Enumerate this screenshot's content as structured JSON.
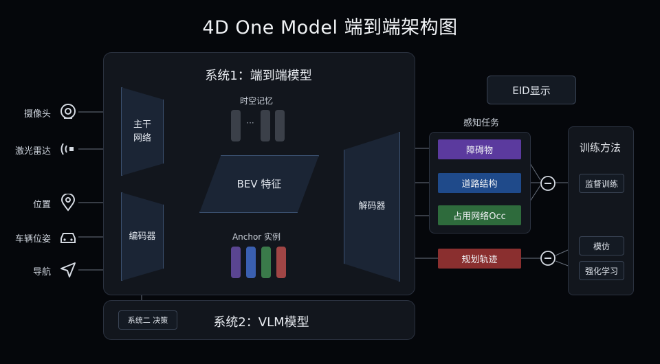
{
  "title": "4D One Model 端到端架构图",
  "system1": {
    "title": "系统1：端到端模型"
  },
  "system2": {
    "title": "系统2：VLM模型",
    "sub_box": "系统二 决策"
  },
  "inputs": [
    {
      "label": "摄像头",
      "icon": "camera-icon"
    },
    {
      "label": "激光雷达",
      "icon": "lidar-icon"
    },
    {
      "label": "位置",
      "icon": "location-pin-icon"
    },
    {
      "label": "车辆位姿",
      "icon": "car-icon"
    },
    {
      "label": "导航",
      "icon": "navigation-arrow-icon"
    }
  ],
  "backbone": {
    "label_line1": "主干",
    "label_line2": "网络"
  },
  "encoder": {
    "label": "编码器"
  },
  "temporal_memory": {
    "label": "时空记忆",
    "ellipsis": "···"
  },
  "bev": {
    "label": "BEV 特征"
  },
  "anchor": {
    "label": "Anchor 实例"
  },
  "decoder": {
    "label": "解码器"
  },
  "eid": {
    "label": "EID显示"
  },
  "perception": {
    "title": "感知任务",
    "tasks": [
      {
        "label": "障碍物",
        "color": "#5b3a9e"
      },
      {
        "label": "道路结构",
        "color": "#1f4a8a"
      },
      {
        "label": "占用网络Occ",
        "color": "#2e6b3c"
      }
    ]
  },
  "planning": {
    "label": "规划轨迹",
    "color": "#8a2f2f"
  },
  "training": {
    "title": "训练方法",
    "supervised": "监督训练",
    "imitation": "模仿",
    "reinforcement": "强化学习"
  },
  "colors": {
    "anchor_bars": [
      "#5a4591",
      "#3a5fb0",
      "#3a7a4a",
      "#a04545"
    ],
    "accent_border": "#3c5272"
  }
}
